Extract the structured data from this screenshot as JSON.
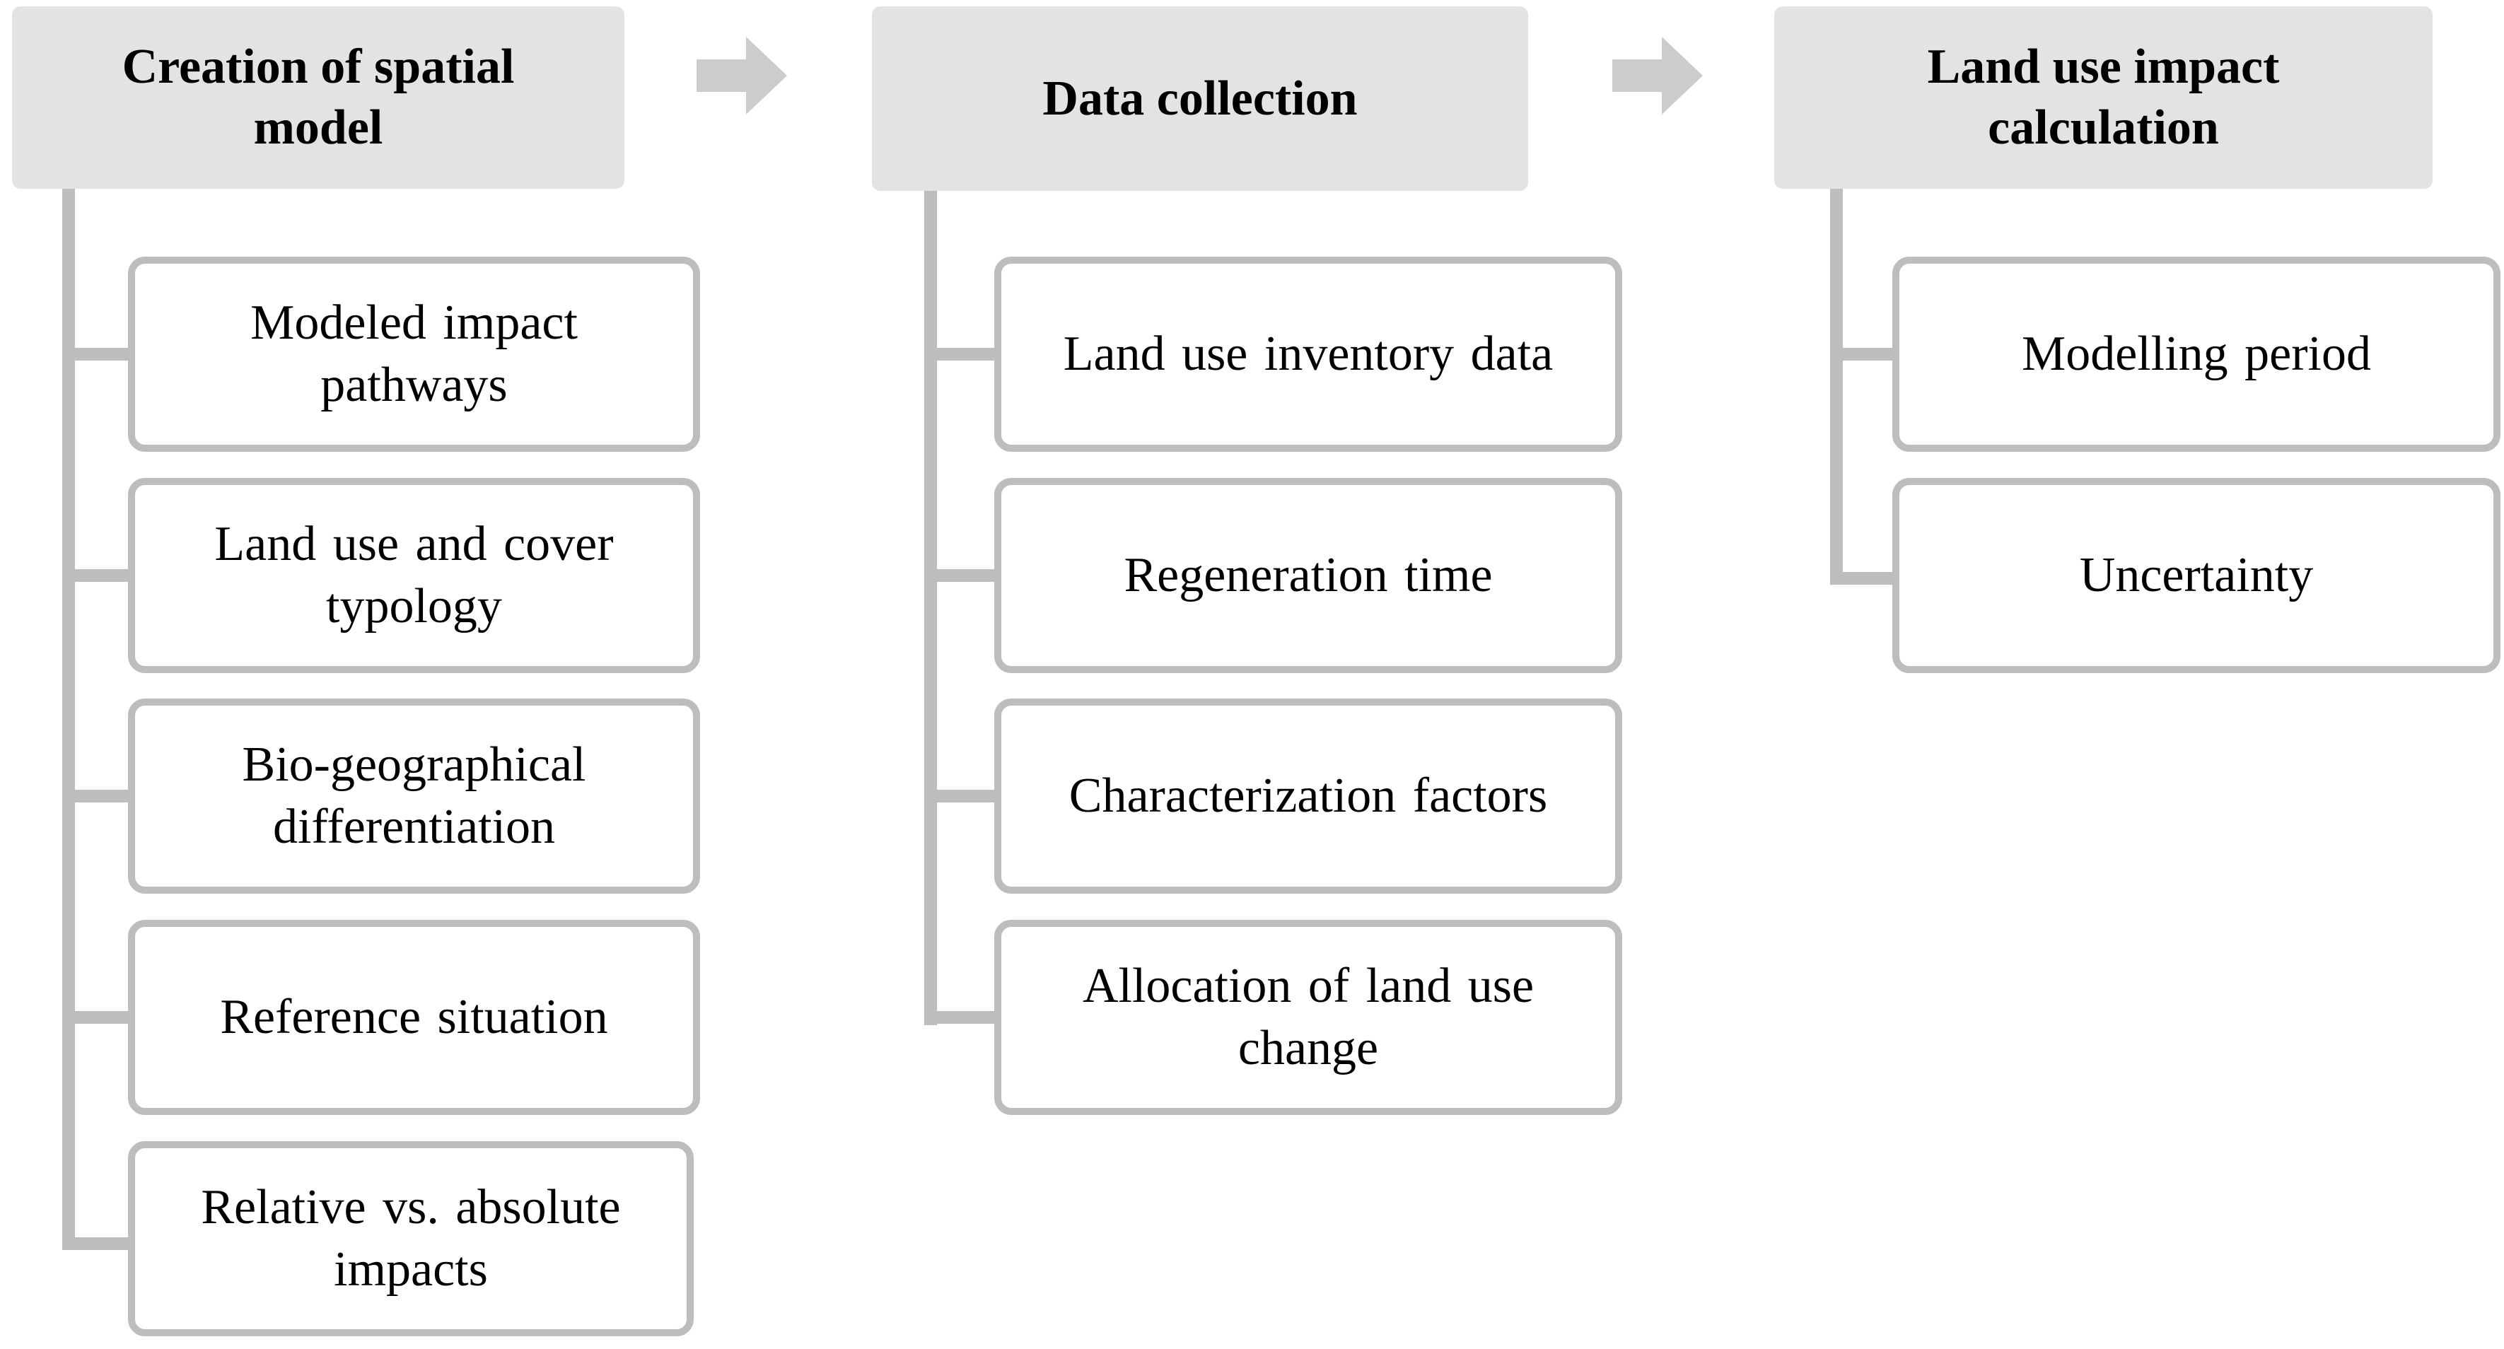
{
  "columns": [
    {
      "header": "Creation of spatial\nmodel",
      "items": [
        "Modeled impact\npathways",
        "Land use and cover\ntypology",
        "Bio-geographical\ndifferentiation",
        "Reference situation",
        "Relative  vs. absolute\nimpacts"
      ]
    },
    {
      "header": "Data collection",
      "items": [
        "Land use inventory  data",
        "Regeneration  time",
        "Characterization  factors",
        "Allocation  of land use\nchange"
      ]
    },
    {
      "header": "Land use impact\ncalculation",
      "items": [
        "Modelling  period",
        "Uncertainty"
      ]
    }
  ],
  "colors": {
    "header_fill": "#e3e3e3",
    "connector": "#bdbdbd",
    "arrow": "#cccccc",
    "box_fill": "#ffffff",
    "text": "#000000"
  },
  "icons": {
    "flow_arrow": "right-arrow-icon"
  }
}
